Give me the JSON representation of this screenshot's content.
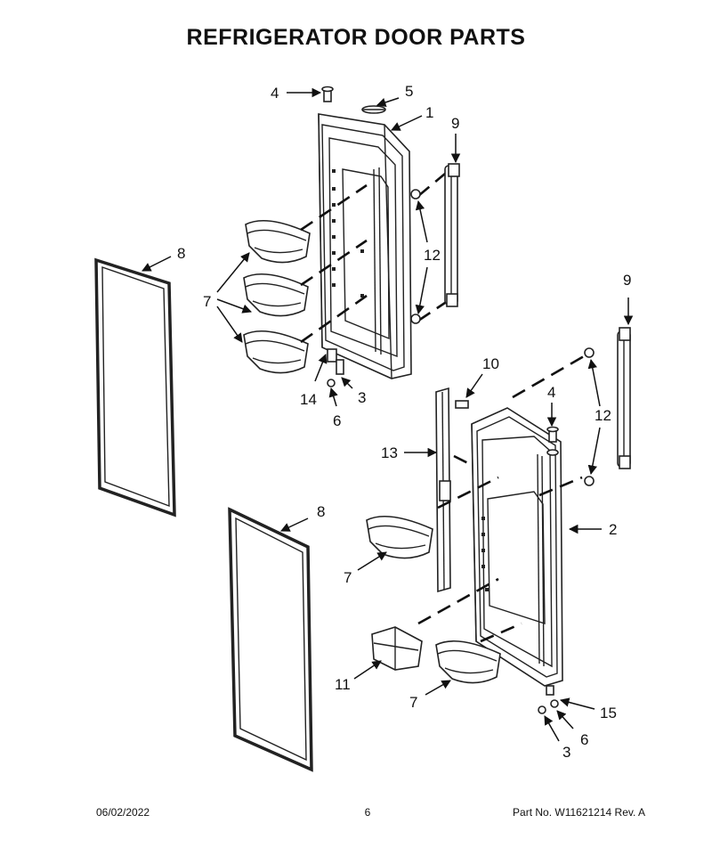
{
  "title": "REFRIGERATOR DOOR PARTS",
  "callouts": {
    "c1": "1",
    "c2": "2",
    "c3a": "3",
    "c3b": "3",
    "c4a": "4",
    "c4b": "4",
    "c5": "5",
    "c6a": "6",
    "c6b": "6",
    "c7a": "7",
    "c7b": "7",
    "c7c": "7",
    "c8a": "8",
    "c8b": "8",
    "c9a": "9",
    "c9b": "9",
    "c10": "10",
    "c11": "11",
    "c12a": "12",
    "c12b": "12",
    "c13": "13",
    "c14": "14",
    "c15": "15"
  },
  "footer": {
    "date": "06/02/2022",
    "page": "6",
    "part_no": "Part No.  W11621214  Rev.  A"
  }
}
